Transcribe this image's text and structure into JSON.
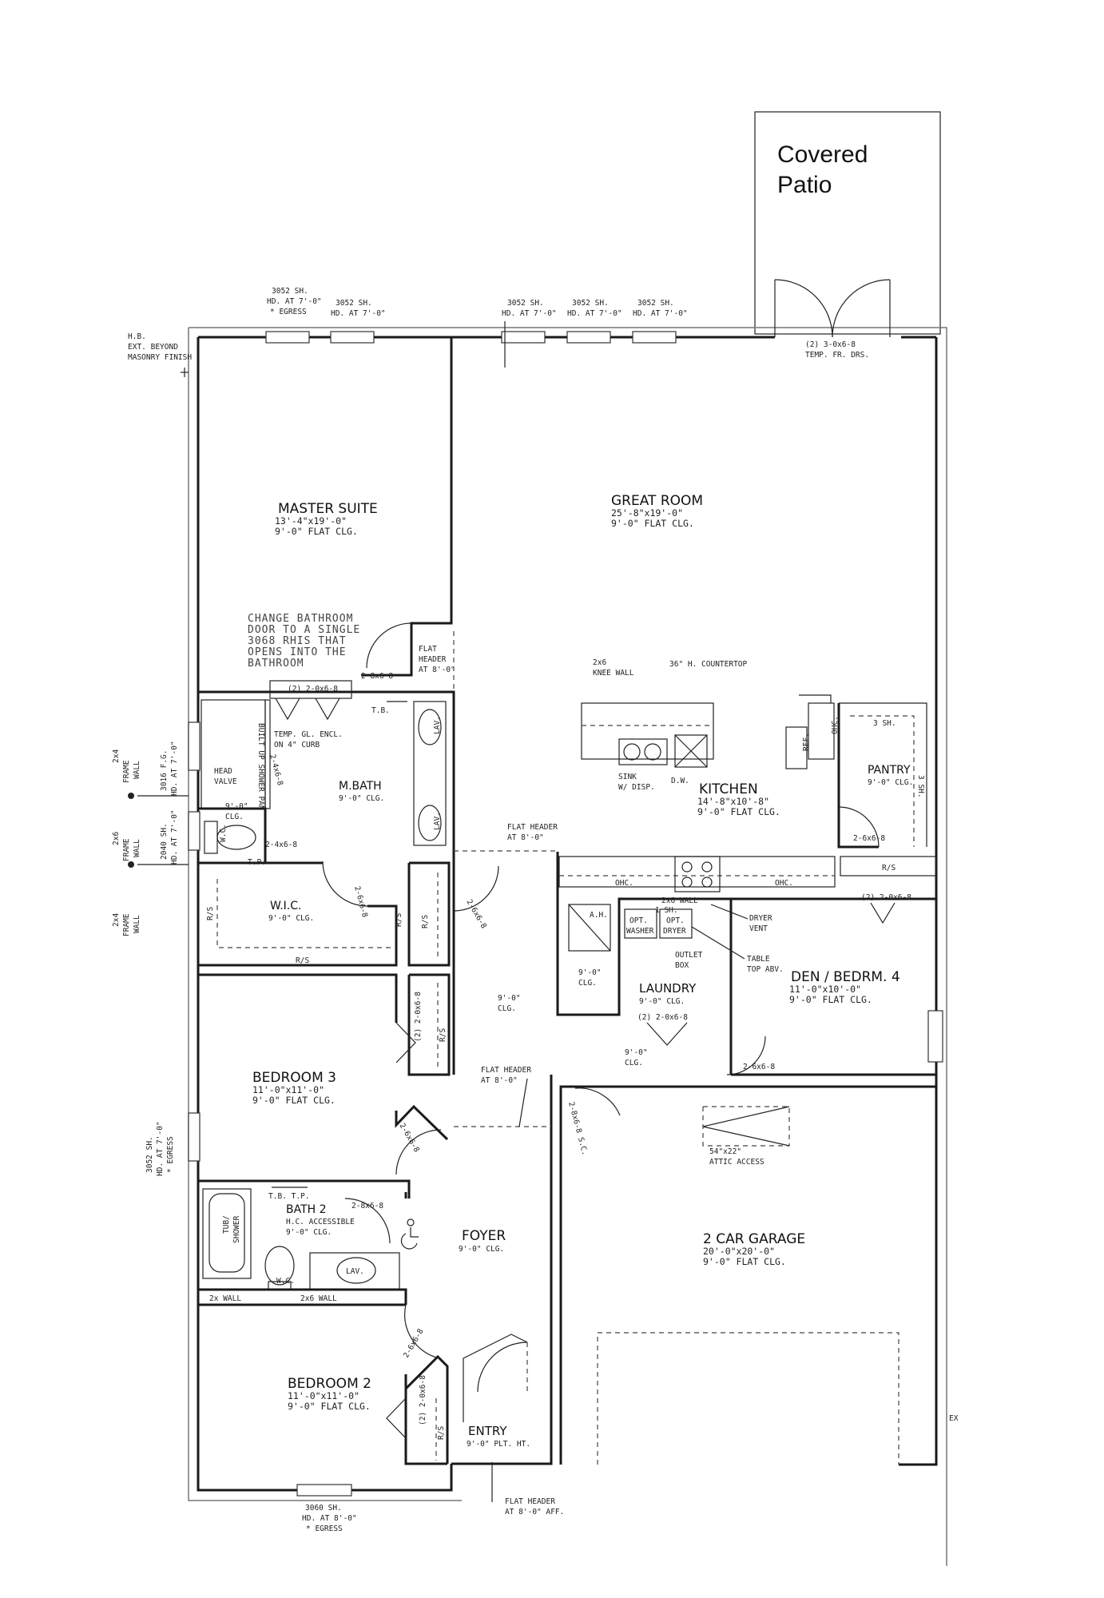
{
  "patio": {
    "line1": "Covered",
    "line2": "Patio"
  },
  "rooms": {
    "master": {
      "name": "MASTER SUITE",
      "size": "13'-4\"x19'-0\"",
      "ceiling": "9'-0\" FLAT CLG."
    },
    "great": {
      "name": "GREAT ROOM",
      "size": "25'-8\"x19'-0\"",
      "ceiling": "9'-0\" FLAT CLG."
    },
    "kitchen": {
      "name": "KITCHEN",
      "size": "14'-8\"x10'-8\"",
      "ceiling": "9'-0\" FLAT CLG."
    },
    "pantry": {
      "name": "PANTRY",
      "ceiling": "9'-0\" CLG."
    },
    "mbath": {
      "name": "M.BATH",
      "ceiling": "9'-0\" CLG."
    },
    "wic": {
      "name": "W.I.C.",
      "ceiling": "9'-0\" CLG."
    },
    "laundry": {
      "name": "LAUNDRY",
      "ceiling": "9'-0\" CLG."
    },
    "den": {
      "name": "DEN / BEDRM. 4",
      "size": "11'-0\"x10'-0\"",
      "ceiling": "9'-0\" FLAT CLG."
    },
    "bed3": {
      "name": "BEDROOM 3",
      "size": "11'-0\"x11'-0\"",
      "ceiling": "9'-0\" FLAT CLG."
    },
    "bath2": {
      "name": "BATH 2",
      "note": "H.C. ACCESSIBLE",
      "ceiling": "9'-0\" CLG."
    },
    "foyer": {
      "name": "FOYER",
      "ceiling": "9'-0\" CLG."
    },
    "garage": {
      "name": "2 CAR GARAGE",
      "size": "20'-0\"x20'-0\"",
      "ceiling": "9'-0\" FLAT CLG."
    },
    "bed2": {
      "name": "BEDROOM 2",
      "size": "11'-0\"x11'-0\"",
      "ceiling": "9'-0\" FLAT CLG."
    },
    "entry": {
      "name": "ENTRY",
      "ceiling": "9'-0\" PLT. HT."
    }
  },
  "windows": {
    "w1": {
      "a": "3052 SH.",
      "b": "HD. AT 7'-0\"",
      "c": "* EGRESS"
    },
    "w2": {
      "a": "3052 SH.",
      "b": "HD. AT 7'-0\""
    },
    "w3": {
      "a": "3052 SH.",
      "b": "HD. AT 7'-0\""
    },
    "w4": {
      "a": "3052 SH.",
      "b": "HD. AT 7'-0\""
    },
    "w5": {
      "a": "3052 SH.",
      "b": "HD. AT 7'-0\""
    },
    "bottom": {
      "a": "3060 SH.",
      "b": "HD. AT 8'-0\"",
      "c": "* EGRESS"
    }
  },
  "notes": {
    "hb": {
      "a": "H.B.",
      "b": "EXT. BEYOND",
      "c": "MASONRY FINISH"
    },
    "patio_doors": {
      "a": "(2) 3-0x6-8",
      "b": "TEMP. FR. DRS."
    },
    "change": {
      "a": "CHANGE BATHROOM",
      "b": "DOOR TO A SINGLE",
      "c": "3068 RHIS THAT",
      "d": "OPENS INTO THE",
      "e": "BATHROOM"
    },
    "flat_header_mbath": {
      "a": "FLAT",
      "b": "HEADER",
      "c": "AT 8'-0\""
    },
    "door_2_8x6_8": "2-8x6-8",
    "door_2_2_0x6_8": "(2) 2-0x6-8",
    "tb": "T.B.",
    "temp_gl": {
      "a": "TEMP. GL. ENCL.",
      "b": "ON 4\" CURB"
    },
    "built_up": "BUILT UP SHOWER PAN",
    "head_valve": {
      "a": "HEAD",
      "b": "VALVE"
    },
    "lav": "LAV.",
    "wc": "W.C.",
    "tp": "T.P.",
    "ceiling_9": "9'-0\"",
    "clg": "CLG.",
    "door_2_4x6_8": "2-4x6-8",
    "door_2_6x6_8": "2-6x6-8",
    "rs": "R/S",
    "knee_wall": {
      "a": "2x6",
      "b": "KNEE WALL"
    },
    "countertop": "36\" H. COUNTERTOP",
    "sink": {
      "a": "SINK",
      "b": "W/ DISP."
    },
    "dw": "D.W.",
    "ref": "REF.",
    "ohc": "OHC.",
    "sh3": "3 SH.",
    "flat_header_8": {
      "a": "FLAT HEADER",
      "b": "AT 8'-0\""
    },
    "ah": "A.H.",
    "wall_2x6": "2x6 WALL",
    "opt_washer": {
      "a": "OPT.",
      "b": "WASHER"
    },
    "opt_dryer": {
      "a": "OPT.",
      "b": "DRYER"
    },
    "sh1": "1 SH.",
    "dryer_vent": {
      "a": "DRYER",
      "b": "VENT"
    },
    "outlet_box": {
      "a": "OUTLET",
      "b": "BOX"
    },
    "table_top": {
      "a": "TABLE",
      "b": "TOP ABV."
    },
    "attic": {
      "a": "54\"x22\"",
      "b": "ATTIC ACCESS"
    },
    "door_2_8x6_8_sc": "2-8x6-8 S.C.",
    "tub_shower": {
      "a": "TUB/",
      "b": "SHOWER"
    },
    "tbtp": "T.B. T.P.",
    "wall_2x": "2x WALL",
    "flat_header_aff": {
      "a": "FLAT HEADER",
      "b": "AT 8'-0\" AFF."
    },
    "frame_2x4": {
      "a": "2x4",
      "b": "FRAME",
      "c": "WALL"
    },
    "frame_2x6": {
      "a": "2x6",
      "b": "FRAME",
      "c": "WALL"
    },
    "win_3016": {
      "a": "3016 F.G.",
      "b": "HD. AT 7'-0\""
    },
    "win_2040": {
      "a": "2040 SH.",
      "b": "HD. AT 7'-0\""
    },
    "win_3052_left": {
      "a": "3052 SH.",
      "b": "HD. AT 7'-0\"",
      "c": "* EGRESS"
    },
    "ext_right": "EX"
  }
}
